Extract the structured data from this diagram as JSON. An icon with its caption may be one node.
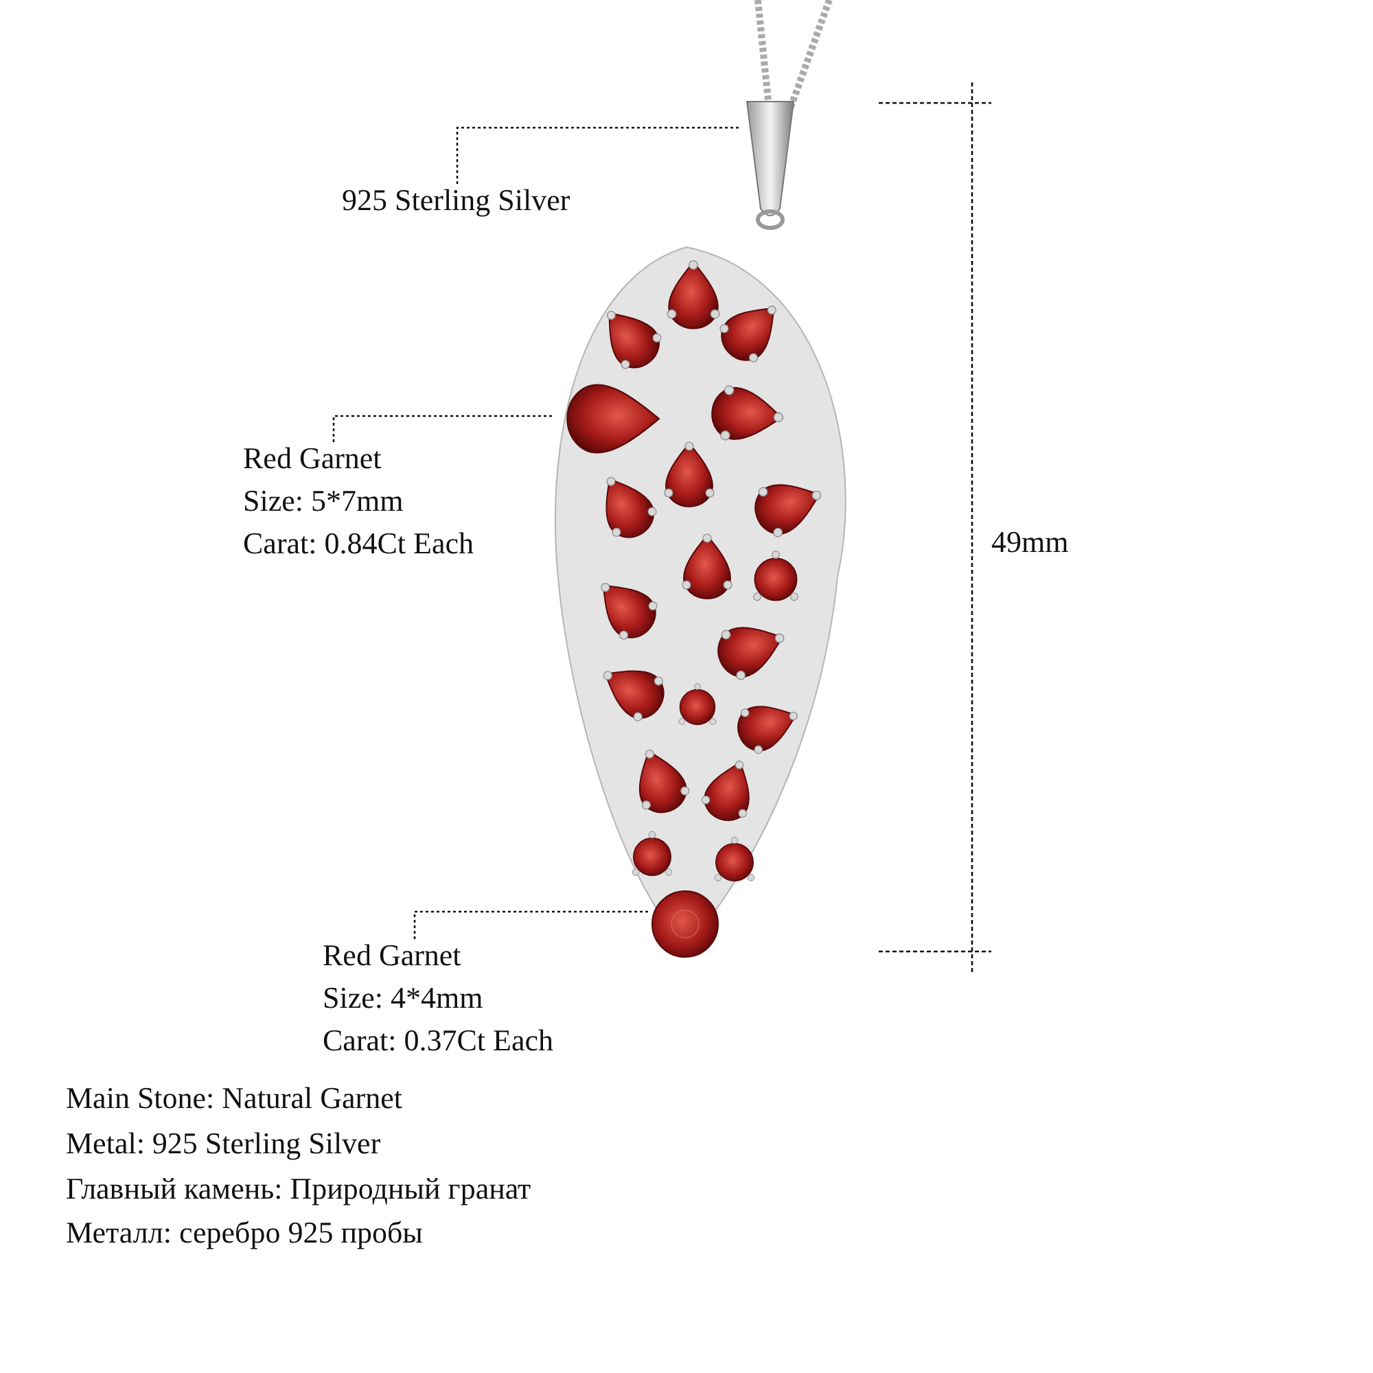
{
  "diagram": {
    "nodes": [
      {
        "text": [
          "925 Sterling Silver"
        ]
      },
      {
        "text": [],
        "shape": "picture"
      },
      {
        "text": [
          "Red Garnet",
          "Size: 5*7mm",
          "Carat: 0.84Ct Each"
        ]
      },
      {
        "text": [],
        "shape": "picture"
      },
      {
        "text": [
          "Red Garnet",
          "Size: 4*4mm",
          "Carat: 0.37Ct Each"
        ]
      },
      {
        "text": [],
        "shape": "picture"
      }
    ],
    "edges": [
      {
        "from": 0,
        "to": 1,
        "arrow": "none",
        "style": "dashed"
      },
      {
        "from": 2,
        "to": 3,
        "arrow": "none",
        "style": "dashed"
      },
      {
        "from": 4,
        "to": 5,
        "arrow": "none",
        "style": "dashed"
      }
    ],
    "labels": [
      "49mm",
      "Main Stone: Natural Garnet",
      "Metal: 925 Sterling Silver",
      "Главный камень: Природный гранат",
      "Металл: серебро 925 пробы"
    ]
  }
}
